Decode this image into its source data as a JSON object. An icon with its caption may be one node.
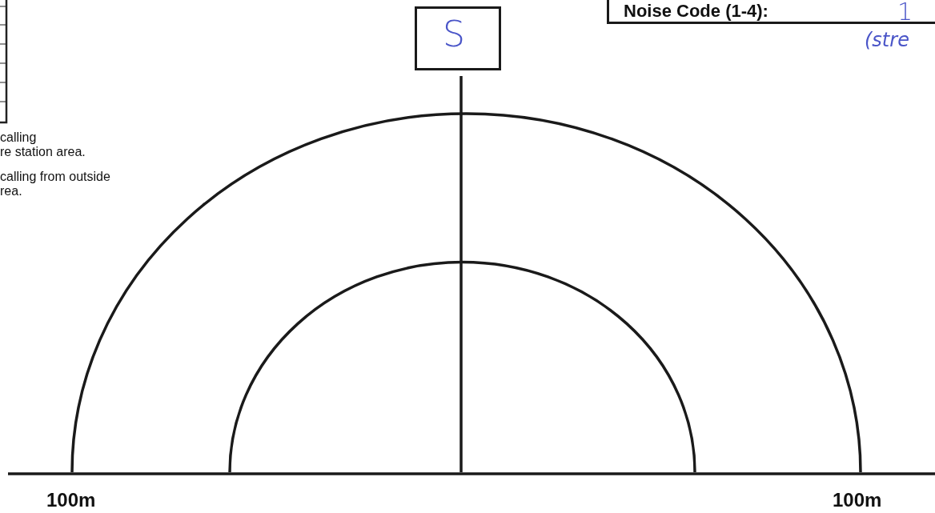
{
  "diagram": {
    "nodes": [
      {
        "text": [
          "S"
        ]
      },
      {
        "text": [
          "Noise Code (1-4):",
          "1"
        ],
        "beside": [
          "(stre"
        ]
      }
    ],
    "labels": [
      "calling",
      "re station area.",
      "calling from outside",
      "rea.",
      "100m",
      "100m"
    ]
  }
}
